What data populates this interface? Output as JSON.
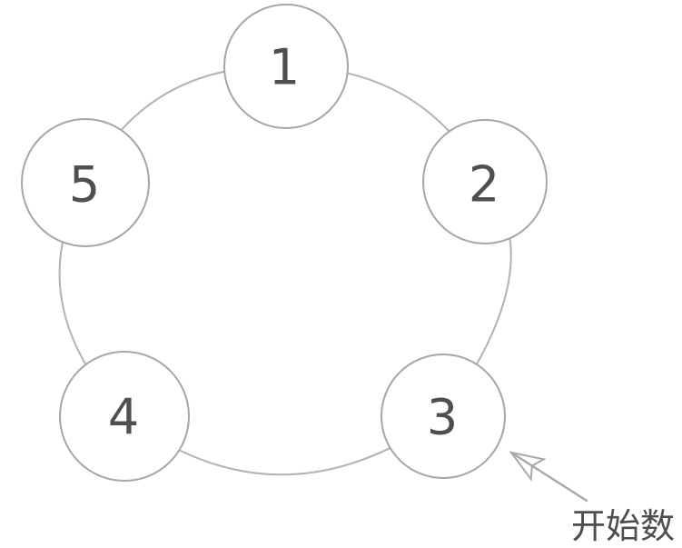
{
  "diagram": {
    "type": "circular-counting-ring",
    "nodes": [
      {
        "label": "1"
      },
      {
        "label": "2"
      },
      {
        "label": "3"
      },
      {
        "label": "4"
      },
      {
        "label": "5"
      }
    ],
    "annotation": {
      "label": "开始数",
      "points_to": "node-3"
    },
    "colors": {
      "background": "#ffffff",
      "ring_stroke": "#b3b3b3",
      "node_stroke": "#a6a6a6",
      "node_fill": "#ffffff",
      "number_text": "#4f4f4f",
      "annotation_text": "#4d4d4d",
      "arrow": "#a8a8a8"
    }
  }
}
